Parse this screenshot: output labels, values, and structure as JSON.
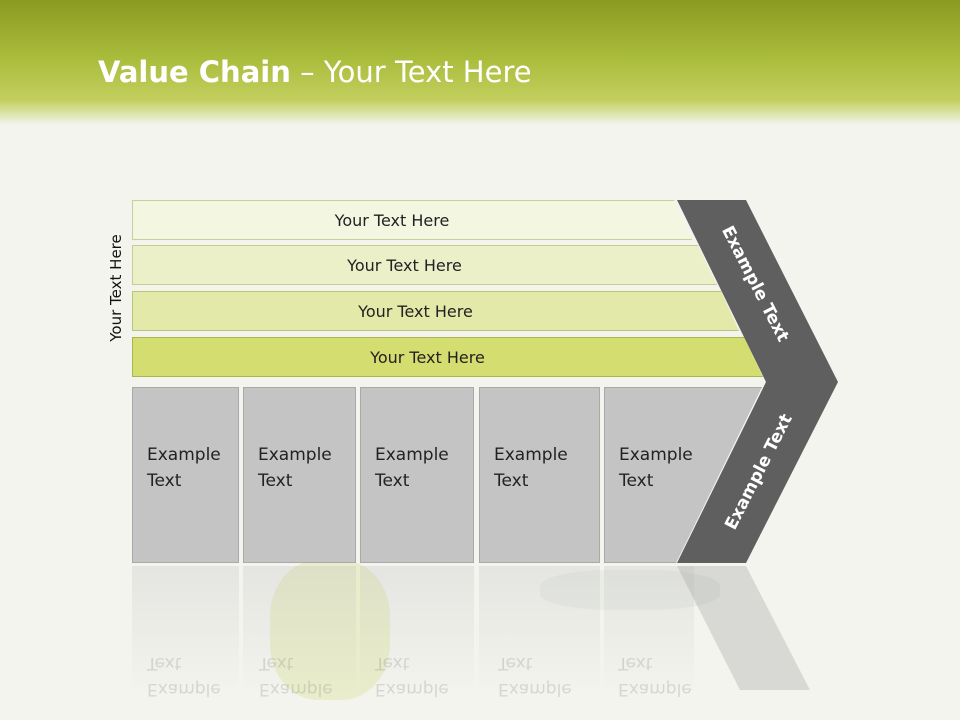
{
  "title": {
    "bold": "Value Chain",
    "rest": " – Your Text Here"
  },
  "side_label": "Your Text Here",
  "bars": [
    {
      "label": "Your Text Here",
      "color": "#f3f6e1"
    },
    {
      "label": "Your Text Here",
      "color": "#ebf0c9"
    },
    {
      "label": "Your Text Here",
      "color": "#e3e9a8"
    },
    {
      "label": "Your Text Here",
      "color": "#d4dd6f"
    }
  ],
  "boxes": [
    {
      "line1": "Example",
      "line2": "Text"
    },
    {
      "line1": "Example",
      "line2": "Text"
    },
    {
      "line1": "Example",
      "line2": "Text"
    },
    {
      "line1": "Example",
      "line2": "Text"
    },
    {
      "line1": "Example",
      "line2": "Text"
    }
  ],
  "chevron": {
    "upper": "Example Text",
    "lower": "Example Text",
    "color": "#5f5f5f"
  },
  "colors": {
    "header": "#a9bb3a",
    "box": "#c4c4c4"
  }
}
